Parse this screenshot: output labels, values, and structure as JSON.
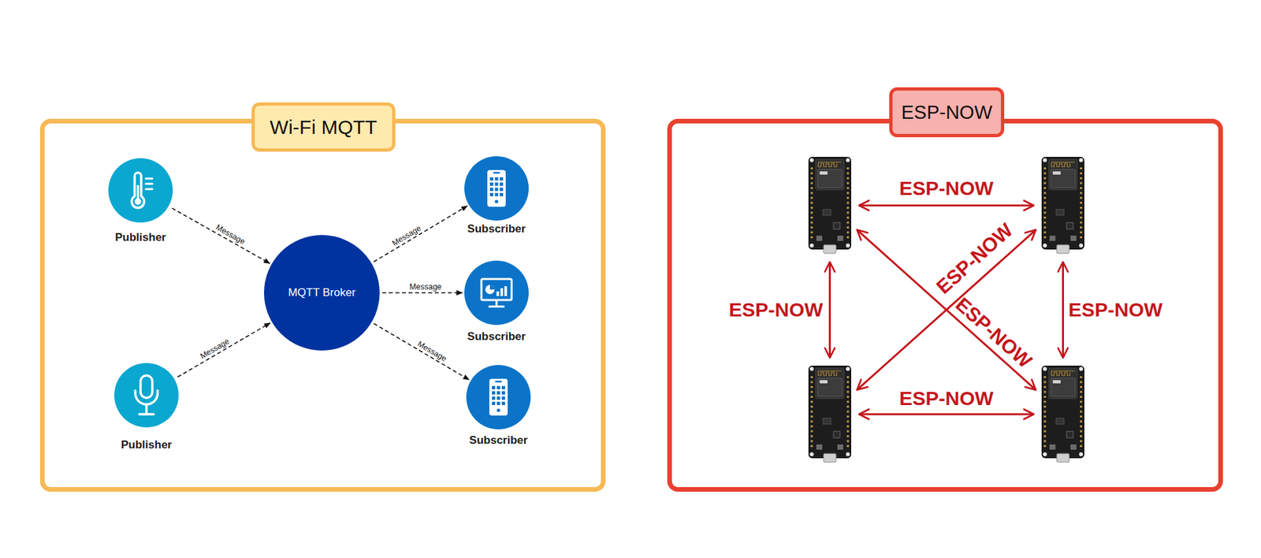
{
  "diagram": {
    "nodes": [
      {
        "text": [
          "Wi-Fi MQTT"
        ]
      },
      {
        "text": [
          "Publisher"
        ],
        "in": 0
      },
      {
        "text": [
          "Publisher"
        ],
        "in": 0
      },
      {
        "text": [
          "MQTT Broker"
        ],
        "in": 0
      },
      {
        "text": [
          "Subscriber"
        ],
        "in": 0
      },
      {
        "text": [
          "Subscriber"
        ],
        "in": 0
      },
      {
        "text": [
          "Subscriber"
        ],
        "in": 0
      },
      {
        "text": [
          "ESP-NOW"
        ]
      },
      {
        "text": [],
        "in": 7
      },
      {
        "text": [],
        "in": 7
      },
      {
        "text": [],
        "in": 7
      },
      {
        "text": [],
        "in": 7
      }
    ],
    "edges": [
      {
        "from": 1,
        "to": 3,
        "label": "Message",
        "arrow": "to"
      },
      {
        "from": 2,
        "to": 3,
        "label": "Message",
        "arrow": "to"
      },
      {
        "from": 3,
        "to": 4,
        "label": "Message",
        "arrow": "to"
      },
      {
        "from": 3,
        "to": 5,
        "label": "Message",
        "arrow": "to"
      },
      {
        "from": 3,
        "to": 6,
        "label": "Message",
        "arrow": "to"
      },
      {
        "from": 8,
        "to": 9,
        "label": "ESP-NOW",
        "arrow": "both"
      },
      {
        "from": 8,
        "to": 10,
        "label": "ESP-NOW",
        "arrow": "both"
      },
      {
        "from": 9,
        "to": 11,
        "label": "ESP-NOW",
        "arrow": "both"
      },
      {
        "from": 10,
        "to": 11,
        "label": "ESP-NOW",
        "arrow": "both"
      },
      {
        "from": 8,
        "to": 11,
        "label": "ESP-NOW",
        "arrow": "both"
      },
      {
        "from": 9,
        "to": 10,
        "label": "ESP-NOW",
        "arrow": "both"
      }
    ]
  }
}
